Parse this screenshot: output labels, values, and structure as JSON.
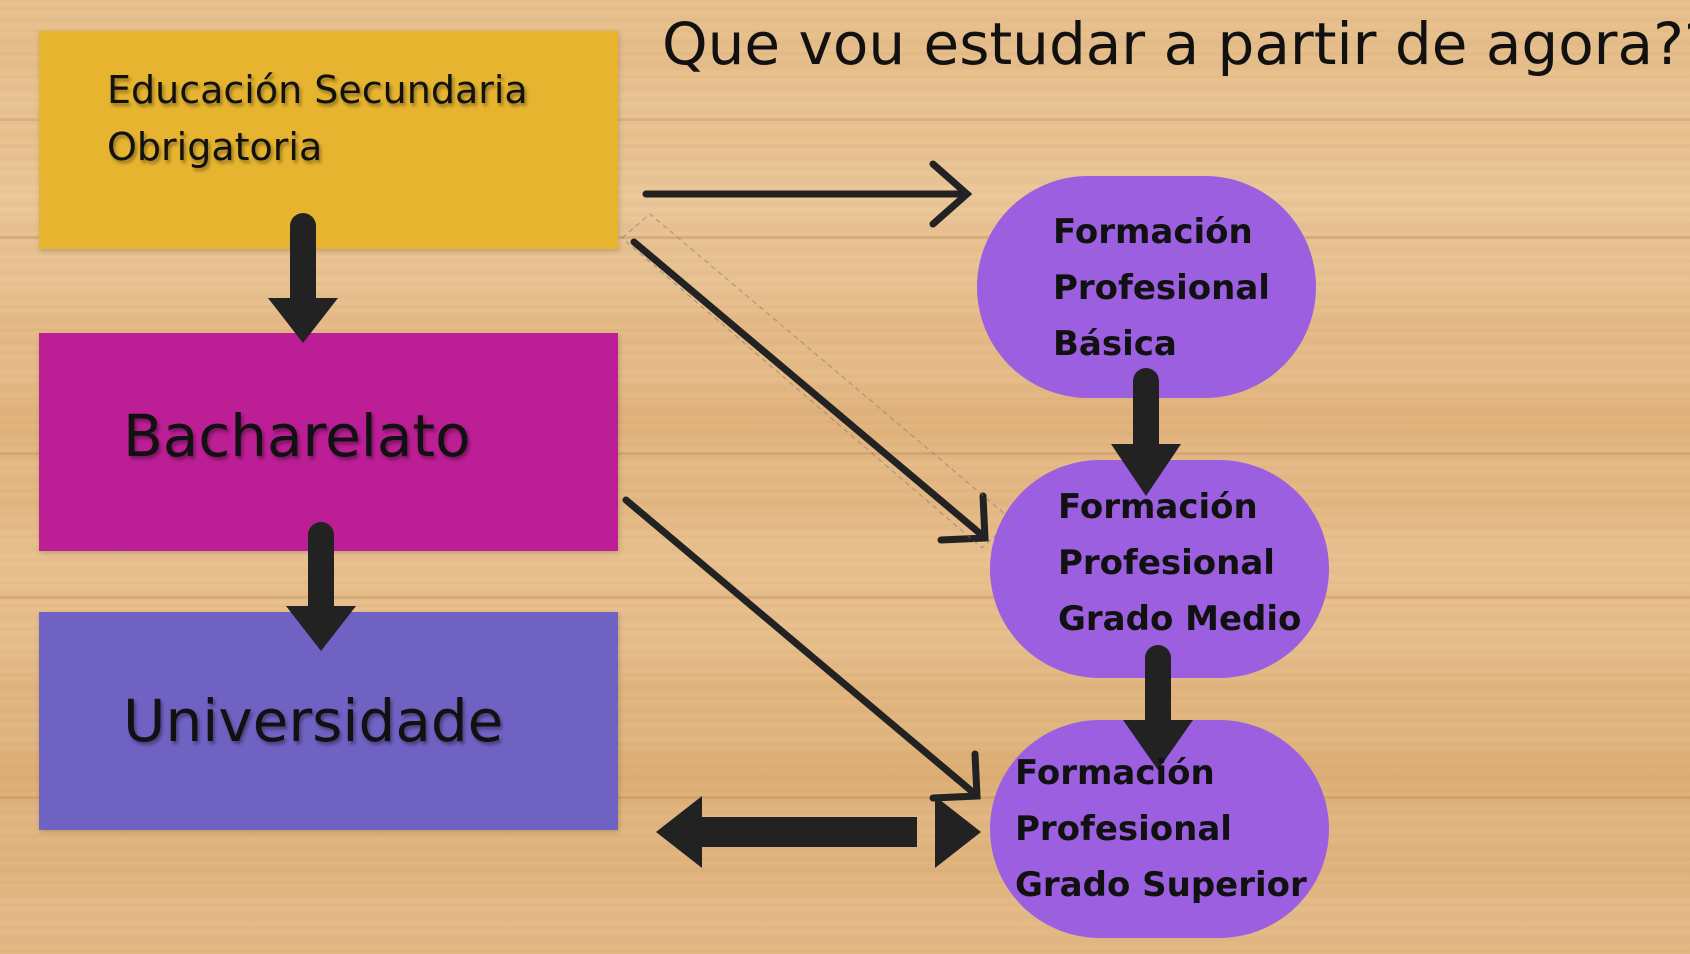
{
  "title": "Que vou estudar a partir de agora??",
  "boxes": {
    "eso": {
      "label": "Educación Secundaria\nObrigatoria",
      "color": "#e6b42e"
    },
    "bach": {
      "label": "Bacharelato",
      "color": "#bc1e95"
    },
    "univ": {
      "label": "Universidade",
      "color": "#6f62c3"
    }
  },
  "ovals": {
    "fpb": {
      "label": "Formación\nProfesional\nBásica"
    },
    "fpgm": {
      "label": "Formación\nProfesional\nGrado Medio"
    },
    "fpgs": {
      "label": "Formación\nProfesional\nGrado Superior"
    },
    "color": "#9b5fe0"
  },
  "colors": {
    "arrow": "#222222",
    "text": "#111111"
  },
  "connections": [
    {
      "from": "Educación Secundaria Obrigatoria",
      "to": "Bacharelato",
      "style": "thick"
    },
    {
      "from": "Bacharelato",
      "to": "Universidade",
      "style": "thick"
    },
    {
      "from": "Educación Secundaria Obrigatoria",
      "to": "Formación Profesional Básica",
      "style": "thin"
    },
    {
      "from": "Educación Secundaria Obrigatoria",
      "to": "Formación Profesional Grado Medio",
      "style": "thin"
    },
    {
      "from": "Bacharelato",
      "to": "Formación Profesional Grado Superior",
      "style": "thin"
    },
    {
      "from": "Formación Profesional Básica",
      "to": "Formación Profesional Grado Medio",
      "style": "thick"
    },
    {
      "from": "Formación Profesional Grado Medio",
      "to": "Formación Profesional Grado Superior",
      "style": "thick"
    },
    {
      "from": "Universidade",
      "to": "Formación Profesional Grado Superior",
      "style": "double"
    }
  ]
}
